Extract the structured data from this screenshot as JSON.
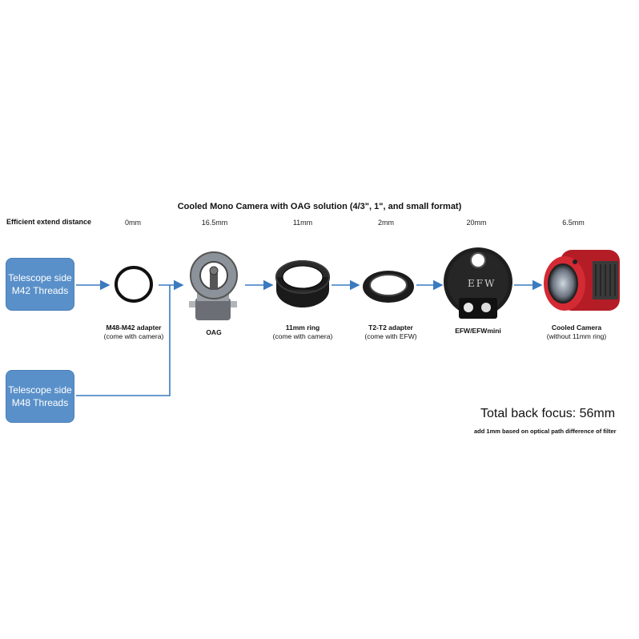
{
  "title": "Cooled Mono Camera with OAG solution (4/3\", 1\", and small format)",
  "efficient_label": "Efficient extend distance",
  "distances": [
    "0mm",
    "16.5mm",
    "11mm",
    "2mm",
    "20mm",
    "6.5mm"
  ],
  "telescope_boxes": [
    {
      "line1": "Telescope side",
      "line2": "M42 Threads"
    },
    {
      "line1": "Telescope side",
      "line2": "M48 Threads"
    }
  ],
  "components": [
    {
      "name": "M48-M42 adapter",
      "note": "(come with camera)"
    },
    {
      "name": "OAG",
      "note": ""
    },
    {
      "name": "11mm ring",
      "note": "(come with camera)"
    },
    {
      "name": "T2-T2 adapter",
      "note": "(come with EFW)"
    },
    {
      "name": "EFW/EFWmini",
      "note": ""
    },
    {
      "name": "Cooled Camera",
      "note": "(without 11mm ring)"
    }
  ],
  "efw_label": "EFW",
  "total": "Total back focus: 56mm",
  "footnote": "add 1mm based on optical path difference of filter",
  "colors": {
    "box": "#5a90c9",
    "arrow": "#3a7bc0",
    "camera_red": "#c8202a"
  }
}
